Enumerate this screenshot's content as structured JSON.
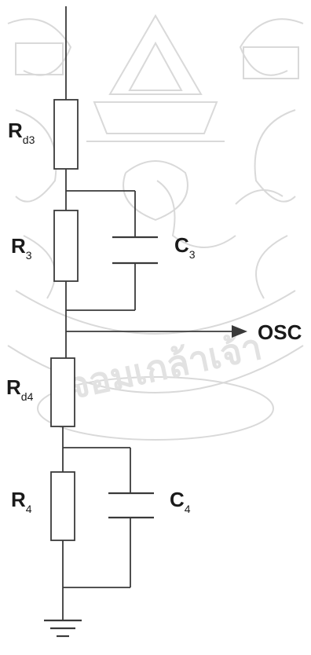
{
  "labels": {
    "rd3": {
      "main": "R",
      "sub": "d3"
    },
    "r3": {
      "main": "R",
      "sub": "3"
    },
    "c3": {
      "main": "C",
      "sub": "3"
    },
    "rd4": {
      "main": "R",
      "sub": "d4"
    },
    "r4": {
      "main": "R",
      "sub": "4"
    },
    "c4": {
      "main": "C",
      "sub": "4"
    },
    "osc": "OSC"
  },
  "watermark": {
    "text": "ะจอมเกล้าเจ้า"
  },
  "colors": {
    "line": "#3a3a3a",
    "watermark": "#d9d9d9"
  }
}
